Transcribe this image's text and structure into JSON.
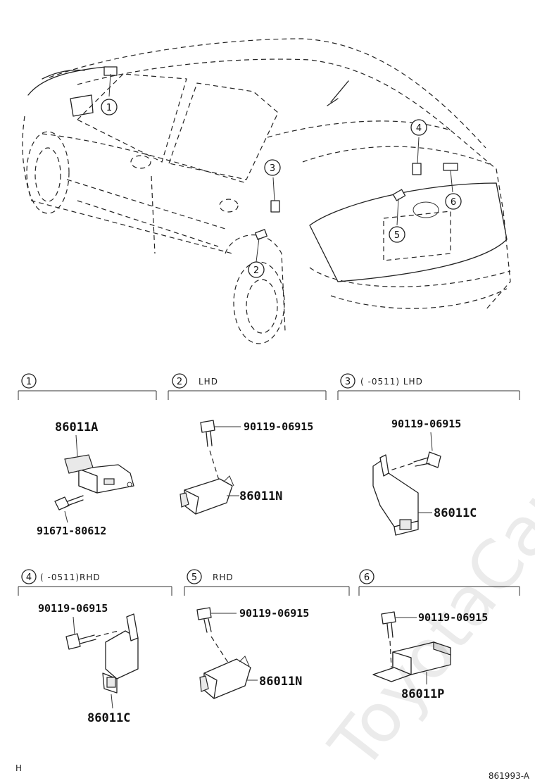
{
  "callouts": [
    "1",
    "2",
    "3",
    "4",
    "5",
    "6"
  ],
  "sections": [
    {
      "num": "1",
      "note": ""
    },
    {
      "num": "2",
      "note": "LHD"
    },
    {
      "num": "3",
      "note": "(      -0511) LHD"
    },
    {
      "num": "4",
      "note": "(      -0511)RHD"
    },
    {
      "num": "5",
      "note": "RHD"
    },
    {
      "num": "6",
      "note": ""
    }
  ],
  "parts": {
    "s1_sensor": "86011A",
    "s1_bolt": "91671-80612",
    "s2_bolt": "90119-06915",
    "s2_sensor": "86011N",
    "s3_bolt": "90119-06915",
    "s3_sensor": "86011C",
    "s4_bolt": "90119-06915",
    "s4_sensor": "86011C",
    "s5_bolt": "90119-06915",
    "s5_sensor": "86011N",
    "s6_bolt": "90119-06915",
    "s6_sensor": "86011P"
  },
  "footer": {
    "left": "H",
    "right": "861993-A"
  },
  "watermark": "ToyotaCarMine.ru"
}
